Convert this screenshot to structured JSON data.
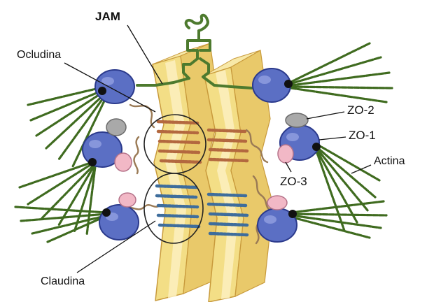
{
  "labels": {
    "jam": "JAM",
    "ocludina": "Ocludina",
    "zo2": "ZO-2",
    "zo1": "ZO-1",
    "actina": "Actina",
    "zo3": "ZO-3",
    "claudina": "Claudina"
  },
  "colors": {
    "membrane": "#f3de86",
    "membrane_edge": "#c89a3c",
    "membrane_stripe": "#fbf0bf",
    "zo1": "#5b6fc4",
    "zo1_dark": "#2b3a8c",
    "zo2": "#a9a9a9",
    "zo3": "#f2b8c6",
    "actin": "#3f6b1f",
    "strand_upper": "#b3683f",
    "strand_lower": "#3e6d9c",
    "loop": "#9a7a55",
    "jam": "#4d7a2e"
  },
  "icons": {
    "membranes": "plasma-membrane-pair",
    "zo1_protein": "zo1-protein-icon",
    "zo2_protein": "zo2-protein-icon",
    "zo3_protein": "zo3-protein-icon",
    "actin_bundle": "actin-filament-icon",
    "jam_protein": "jam-protein-icon",
    "claudin_strand": "claudin-strand-icon",
    "occludin_strand": "occludin-strand-icon"
  }
}
